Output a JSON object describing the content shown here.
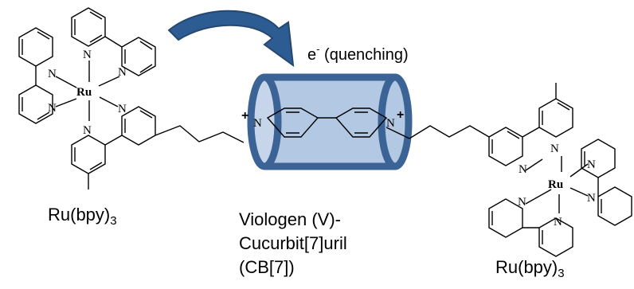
{
  "labels": {
    "left_complex": {
      "main": "Ru(bpy)",
      "sub": "3"
    },
    "right_complex": {
      "main": "Ru(bpy)",
      "sub": "3"
    },
    "caption_line1": "Viologen (V)-",
    "caption_line2": "Cucurbit[7]uril",
    "caption_line3": "(CB[7])",
    "electron": {
      "symbol": "e",
      "charge": "-",
      "text": "(quenching)"
    }
  },
  "atoms": {
    "ruthenium": "Ru",
    "nitrogen": "N",
    "positive": "+"
  },
  "colors": {
    "arrow": "#2d5c93",
    "arrow_edge": "#24486f",
    "cylinder_fill": "#b3c8e2",
    "cylinder_stroke": "#3b6396",
    "bond": "#000000"
  }
}
